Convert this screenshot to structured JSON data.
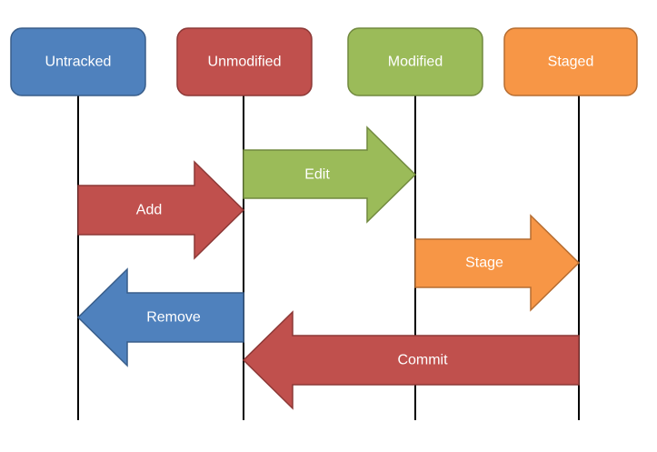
{
  "states": [
    {
      "id": "untracked",
      "label": "Untracked",
      "fill": "#4F81BD",
      "stroke": "#385D8A"
    },
    {
      "id": "unmodified",
      "label": "Unmodified",
      "fill": "#C0504D",
      "stroke": "#8C3836"
    },
    {
      "id": "modified",
      "label": "Modified",
      "fill": "#9BBB59",
      "stroke": "#71893F"
    },
    {
      "id": "staged",
      "label": "Staged",
      "fill": "#F79646",
      "stroke": "#B66D31"
    }
  ],
  "transitions": [
    {
      "id": "add",
      "label": "Add",
      "from": "untracked",
      "to": "unmodified",
      "fill": "#C0504D",
      "stroke": "#8C3836"
    },
    {
      "id": "edit",
      "label": "Edit",
      "from": "unmodified",
      "to": "modified",
      "fill": "#9BBB59",
      "stroke": "#71893F"
    },
    {
      "id": "stage",
      "label": "Stage",
      "from": "modified",
      "to": "staged",
      "fill": "#F79646",
      "stroke": "#B66D31"
    },
    {
      "id": "remove",
      "label": "Remove",
      "from": "unmodified",
      "to": "untracked",
      "fill": "#4F81BD",
      "stroke": "#385D8A"
    },
    {
      "id": "commit",
      "label": "Commit",
      "from": "staged",
      "to": "unmodified",
      "fill": "#C0504D",
      "stroke": "#8C3836"
    }
  ]
}
